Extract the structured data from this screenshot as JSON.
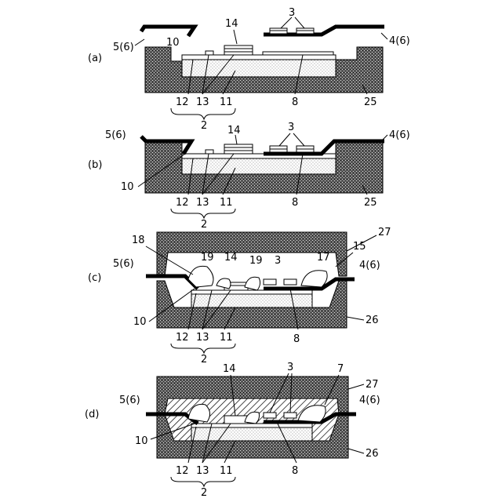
{
  "panels": [
    {
      "id": "a",
      "label": "(a)"
    },
    {
      "id": "b",
      "label": "(b)"
    },
    {
      "id": "c",
      "label": "(c)"
    },
    {
      "id": "d",
      "label": "(d)"
    }
  ],
  "refs": {
    "r2": "2",
    "r3": "3",
    "r4_6": "4(6)",
    "r5_6": "5(6)",
    "r7": "7",
    "r8": "8",
    "r10": "10",
    "r11": "11",
    "r12": "12",
    "r13": "13",
    "r14": "14",
    "r15": "15",
    "r17": "17",
    "r18": "18",
    "r19": "19",
    "r25": "25",
    "r26": "26",
    "r27": "27"
  }
}
